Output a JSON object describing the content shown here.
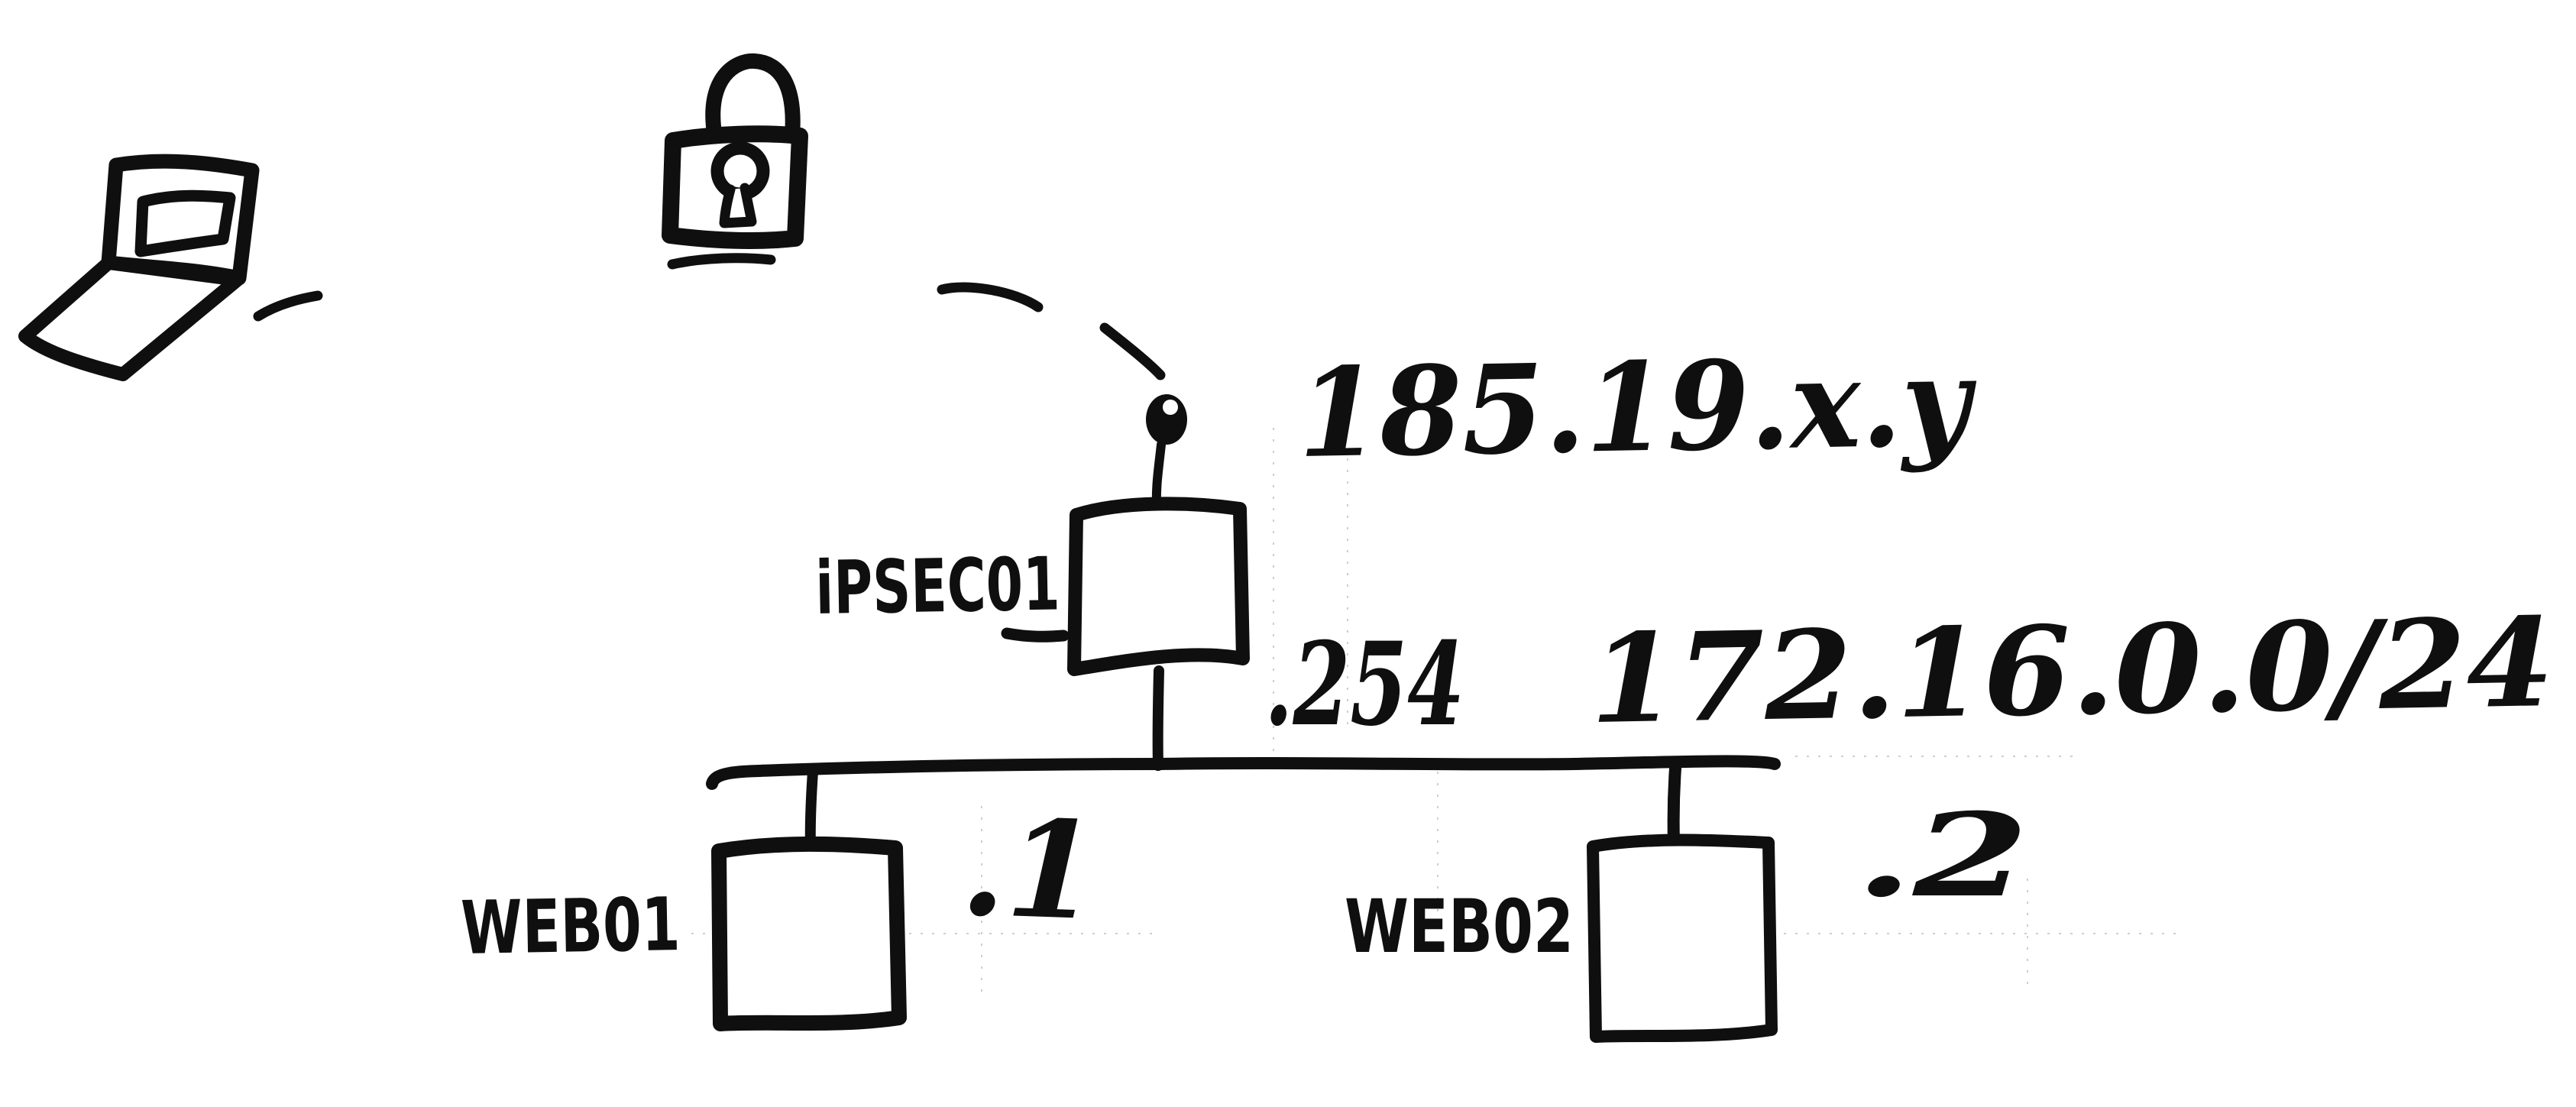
{
  "page": {
    "background": "#ffffff"
  },
  "diagram": {
    "ink_color": "#0f0f0f",
    "grid_color": "#b9b9b9",
    "icons": {
      "client": "laptop-icon",
      "tunnel_security": "padlock-icon",
      "wan_uplink": "antenna-dot-icon"
    },
    "tunnel": {
      "style": "dashed-arc"
    },
    "gateway": {
      "label": "iPSEC01",
      "wan_ip": "185.19.x.y",
      "lan_ip": ".254"
    },
    "lan": {
      "subnet": "172.16.0.0/24"
    },
    "servers": [
      {
        "label": "WEB01",
        "ip": ".1"
      },
      {
        "label": "WEB02",
        "ip": ".2"
      }
    ]
  }
}
